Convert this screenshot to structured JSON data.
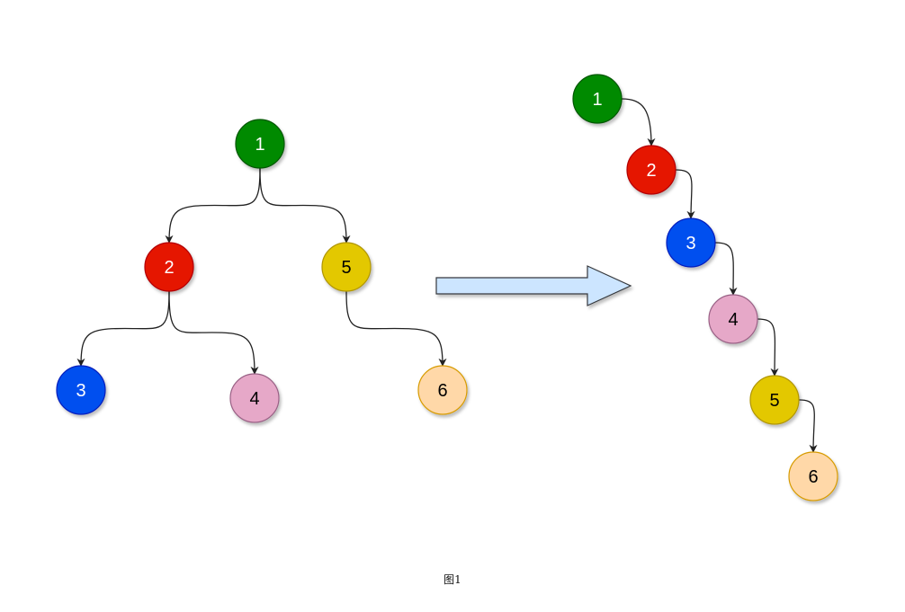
{
  "caption": "图1",
  "original_tree": {
    "nodes": [
      {
        "label": "1",
        "fill": "#008a00",
        "stroke": "#005700",
        "text_color": "#ffffff"
      },
      {
        "label": "2",
        "fill": "#e51400",
        "stroke": "#b20000",
        "text_color": "#ffffff"
      },
      {
        "label": "5",
        "fill": "#e3c800",
        "stroke": "#b09500",
        "text_color": "#000000"
      },
      {
        "label": "3",
        "fill": "#0050ef",
        "stroke": "#001dbc",
        "text_color": "#ffffff"
      },
      {
        "label": "4",
        "fill": "#e6a8c8",
        "stroke": "#996185",
        "text_color": "#000000"
      },
      {
        "label": "6",
        "fill": "#ffd8a8",
        "stroke": "#d79b00",
        "text_color": "#000000"
      }
    ],
    "edges": [
      [
        "1",
        "2"
      ],
      [
        "1",
        "5"
      ],
      [
        "2",
        "3"
      ],
      [
        "2",
        "4"
      ],
      [
        "5",
        "6"
      ]
    ]
  },
  "flattened_list": {
    "nodes": [
      {
        "label": "1",
        "fill": "#008a00",
        "stroke": "#005700",
        "text_color": "#ffffff"
      },
      {
        "label": "2",
        "fill": "#e51400",
        "stroke": "#b20000",
        "text_color": "#ffffff"
      },
      {
        "label": "3",
        "fill": "#0050ef",
        "stroke": "#001dbc",
        "text_color": "#ffffff"
      },
      {
        "label": "4",
        "fill": "#e6a8c8",
        "stroke": "#996185",
        "text_color": "#000000"
      },
      {
        "label": "5",
        "fill": "#e3c800",
        "stroke": "#b09500",
        "text_color": "#000000"
      },
      {
        "label": "6",
        "fill": "#ffd8a8",
        "stroke": "#d79b00",
        "text_color": "#000000"
      }
    ],
    "edges": [
      [
        "1",
        "2"
      ],
      [
        "2",
        "3"
      ],
      [
        "3",
        "4"
      ],
      [
        "4",
        "5"
      ],
      [
        "5",
        "6"
      ]
    ]
  },
  "transform_arrow": {
    "fill": "#cce5ff",
    "stroke": "#36393d"
  }
}
